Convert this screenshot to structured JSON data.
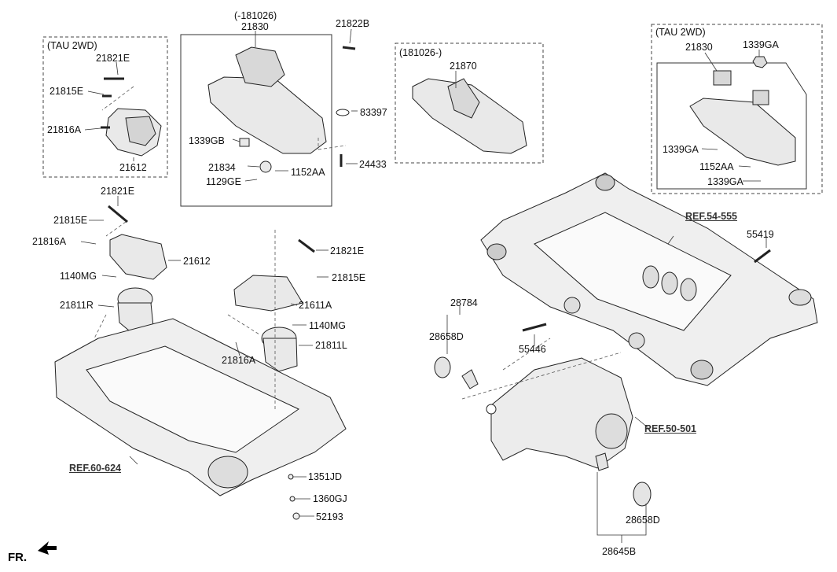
{
  "diagram": {
    "boxes": {
      "tau_2wd_left": "(TAU 2WD)",
      "center_top_date": "(-181026)",
      "center_right_date": "(181026-)",
      "tau_2wd_right": "(TAU 2WD)"
    },
    "parts": {
      "p21821E_a": "21821E",
      "p21815E_a": "21815E",
      "p21816A_a": "21816A",
      "p21612_a": "21612",
      "p21830_a": "21830",
      "p21822B": "21822B",
      "p83397": "83397",
      "p1339GB": "1339GB",
      "p21834": "21834",
      "p1152AA_a": "1152AA",
      "p1129GE": "1129GE",
      "p24433": "24433",
      "p21870": "21870",
      "p21830_b": "21830",
      "p1339GA_a": "1339GA",
      "p1339GA_b": "1339GA",
      "p1152AA_b": "1152AA",
      "p1339GA_c": "1339GA",
      "p21821E_b": "21821E",
      "p21815E_b": "21815E",
      "p21816A_b": "21816A",
      "p21612_b": "21612",
      "p1140MG_a": "1140MG",
      "p21811R": "21811R",
      "p21821E_c": "21821E",
      "p21815E_c": "21815E",
      "p21611A": "21611A",
      "p1140MG_b": "1140MG",
      "p21811L": "21811L",
      "p21816A_c": "21816A",
      "p1351JD": "1351JD",
      "p1360GJ": "1360GJ",
      "p52193": "52193",
      "p28784": "28784",
      "p28658D_a": "28658D",
      "p55446": "55446",
      "p55419": "55419",
      "p28658D_b": "28658D",
      "p28645B": "28645B"
    },
    "refs": {
      "ref_54_555": "REF.54-555",
      "ref_50_501": "REF.50-501",
      "ref_60_624": "REF.60-624"
    },
    "direction": "FR."
  }
}
